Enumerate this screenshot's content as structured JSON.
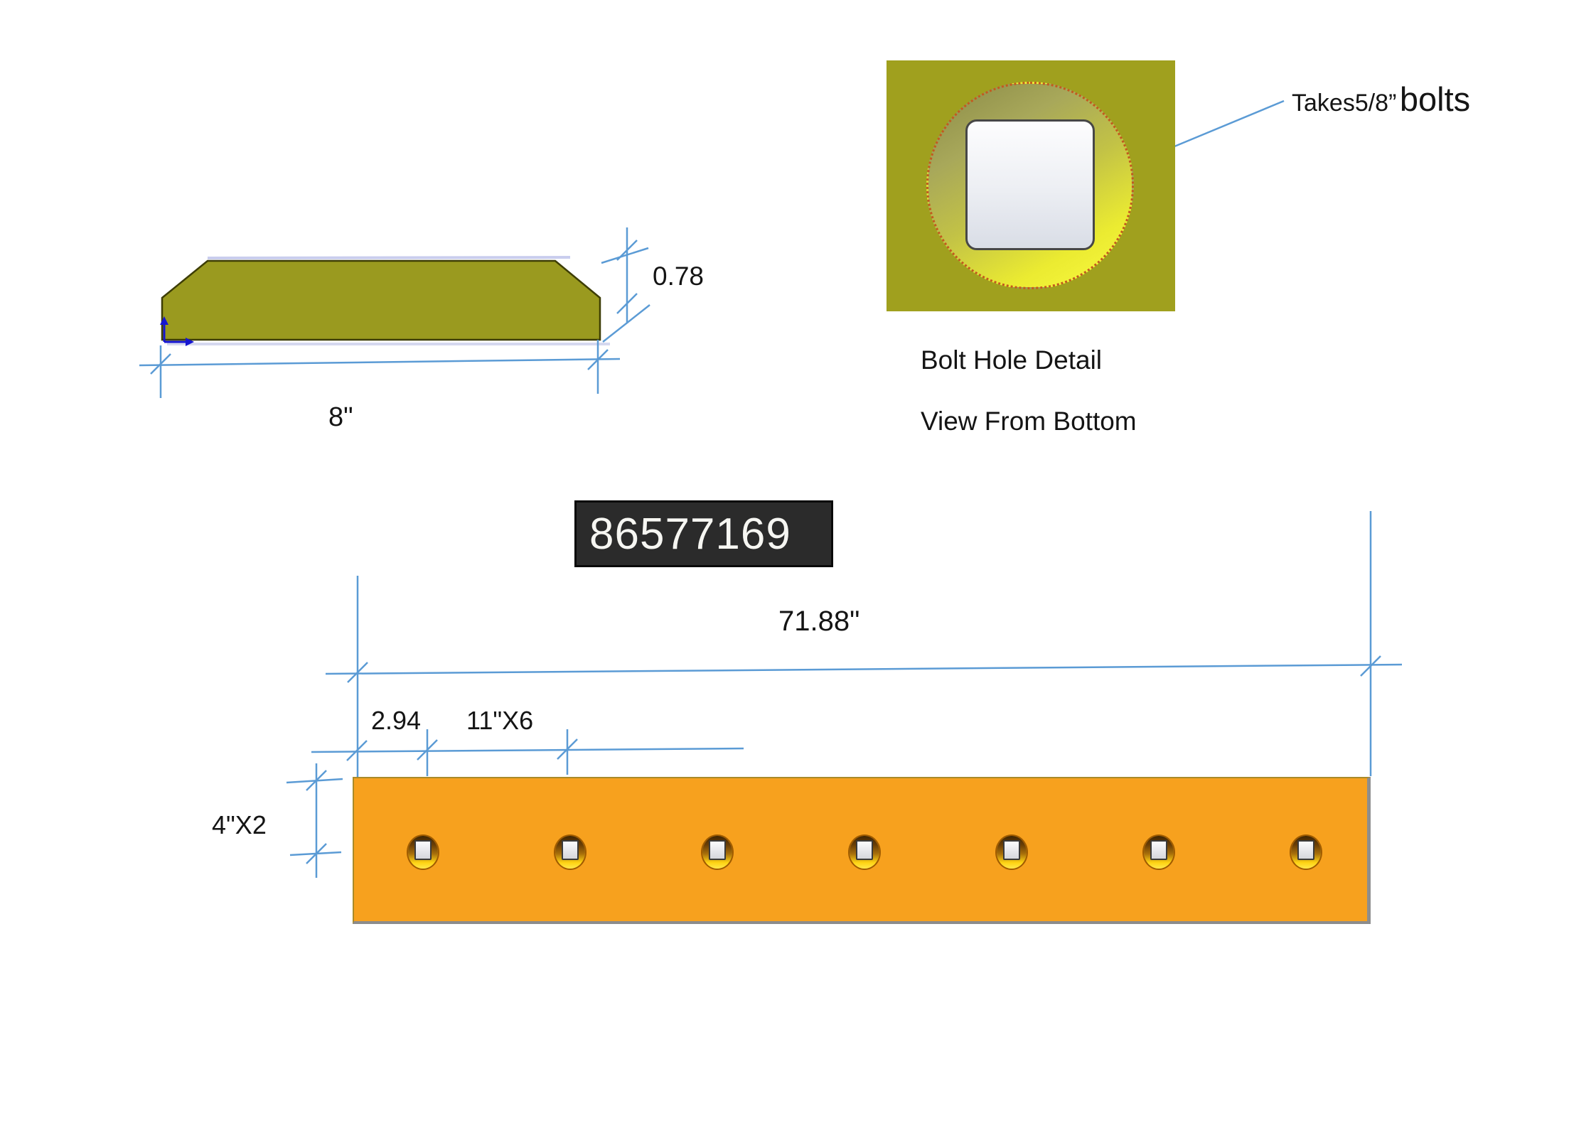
{
  "cross_section": {
    "width_label": "8\"",
    "thickness_label": "0.78"
  },
  "bolt_hole_detail": {
    "note_prefix": "Takes5/8”",
    "note_suffix": "bolts",
    "caption_line1": "Bolt Hole Detail",
    "caption_line2": "View From Bottom"
  },
  "part_number": "86577169",
  "bar": {
    "length_label": "71.88\"",
    "edge_offset_label": "2.94",
    "hole_spacing_label": "11\"X6",
    "height_label": "4\"X2",
    "hole_count": 7
  },
  "colors": {
    "profile_olive": "#9a9a1f",
    "bar_orange": "#f7a11e",
    "dimension_blue": "#5b9bd5",
    "part_box_bg": "#2b2b2b"
  }
}
